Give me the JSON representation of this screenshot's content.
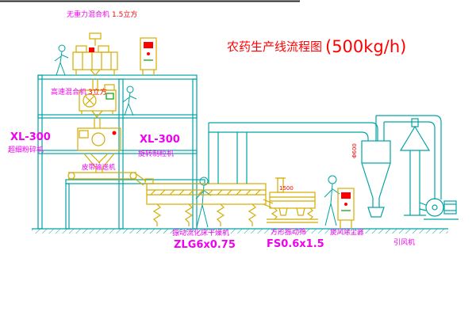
{
  "title": {
    "main": "农药生产线流程图",
    "capacity": "(500kg/h)"
  },
  "equipment": {
    "gravity_mixer": {
      "name": "无重力混合机",
      "size": "1.5立方"
    },
    "high_speed_mixer": {
      "name": "高速混合机",
      "size": "3立方"
    },
    "mill": {
      "model": "XL-300",
      "name": "超细粉碎机"
    },
    "granulator": {
      "model": "XL-300",
      "name": "旋转制粒机"
    },
    "belt_conveyor": {
      "name": "皮带输送机"
    },
    "dryer": {
      "name": "振动流化床干燥机",
      "model": "ZLG6x0.75"
    },
    "sieve": {
      "name": "方形振动筛",
      "model": "FS0.6x1.5",
      "dimension": "1500"
    },
    "cyclone": {
      "name": "旋风除尘器",
      "dimension": "Φ600"
    },
    "fan": {
      "name": "引风机"
    }
  },
  "colors": {
    "structure": "#00A3A3",
    "equipment": "#D4AC00",
    "label": "#F000F0",
    "highlight": "#FF0000",
    "detail": "#00A000",
    "background": "#FFFFFF"
  }
}
